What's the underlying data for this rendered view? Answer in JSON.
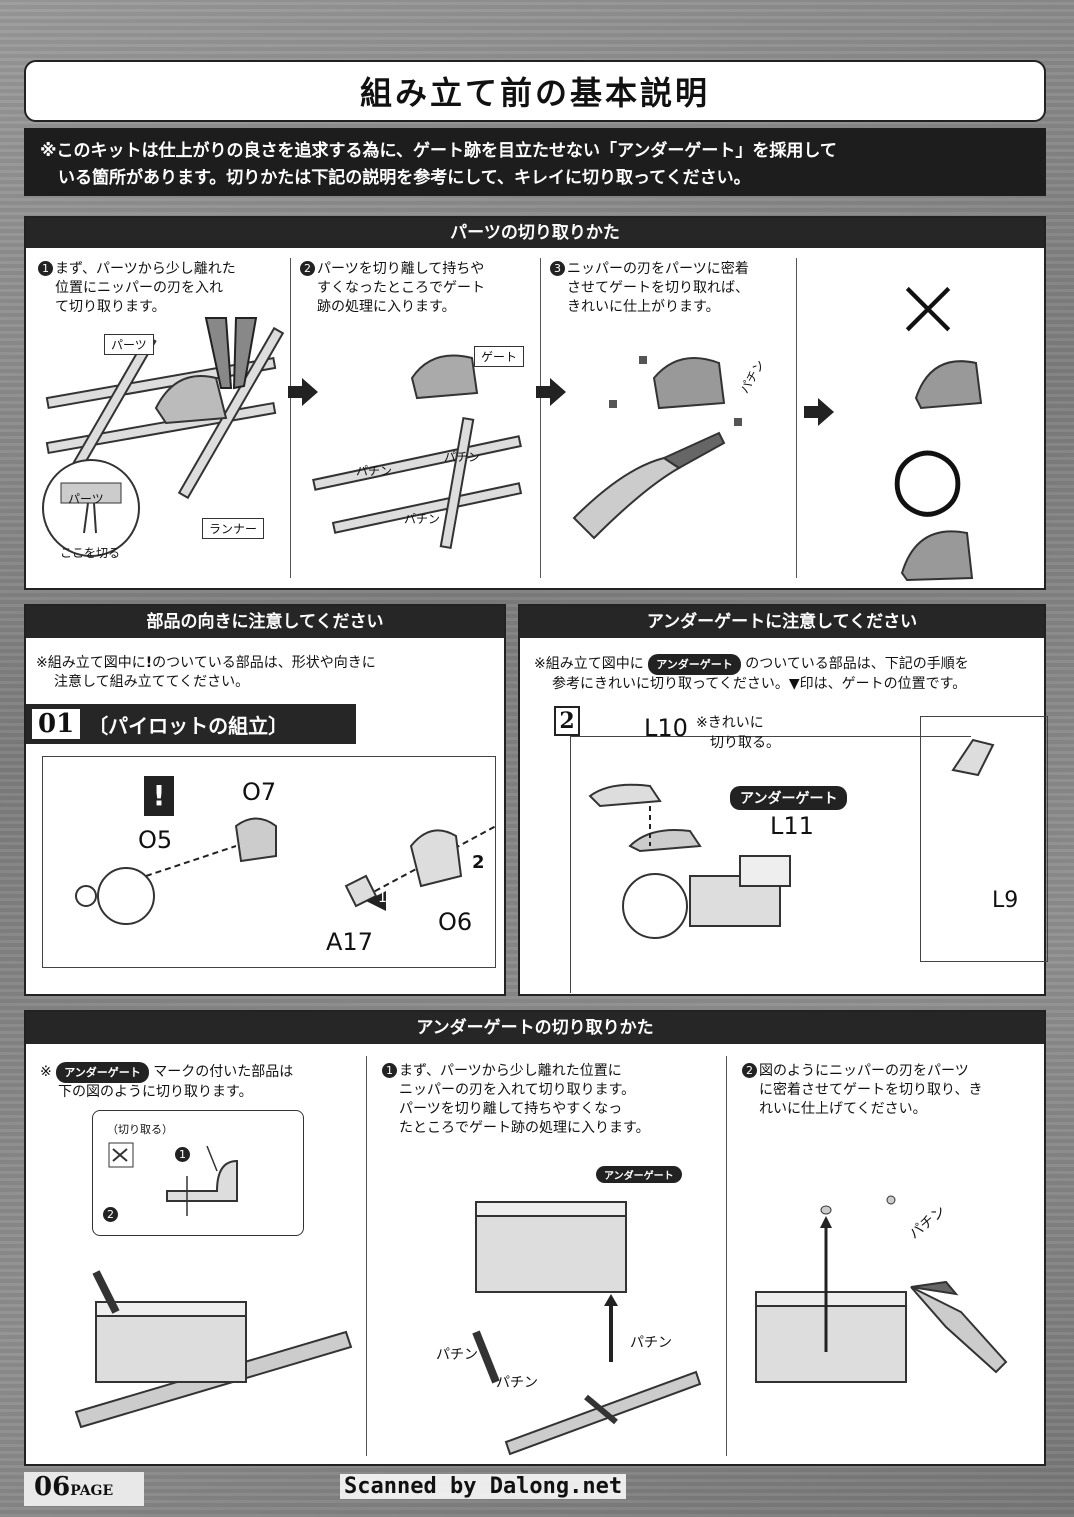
{
  "title": "組み立て前の基本説明",
  "notice": {
    "line1": "※このキットは仕上がりの良さを追求する為に、ゲート跡を目立たせない「アンダーゲート」を採用して",
    "line2": "いる箇所があります。切りかたは下記の説明を参考にして、キレイに切り取ってください。"
  },
  "parts_section": {
    "header": "パーツの切り取りかた",
    "steps": [
      {
        "num": "1",
        "lines": [
          "まず、パーツから少し離れた",
          "位置にニッパーの刃を入れ",
          "て切り取ります。"
        ]
      },
      {
        "num": "2",
        "lines": [
          "パーツを切り離して持ちや",
          "すくなったところでゲート",
          "跡の処理に入ります。"
        ]
      },
      {
        "num": "3",
        "lines": [
          "ニッパーの刃をパーツに密着",
          "させてゲートを切り取れば、",
          "きれいに仕上がります。"
        ]
      }
    ],
    "labels": {
      "part": "パーツ",
      "runner": "ランナー",
      "gate": "ゲート",
      "cut_here": "ここを切る",
      "part_zoom": "パーツ",
      "snap": "パチン",
      "snap2": "パチン",
      "snap3": "パチン",
      "snap4": "パチン"
    },
    "marks": {
      "wrong": "×",
      "right": "○"
    }
  },
  "orientation_section": {
    "header": "部品の向きに注意してください",
    "text1": "※組み立て図中に",
    "mark": "!",
    "text2": "のついている部品は、形状や向きに",
    "text3": "注意して組み立ててください。",
    "step_no": "01",
    "step_title": "〔パイロットの組立〕",
    "parts": [
      "O7",
      "O5",
      "O6",
      "A17"
    ],
    "arrow_num": "1",
    "arrow_num2": "2"
  },
  "undergate_section": {
    "header": "アンダーゲートに注意してください",
    "text1": "※組み立て図中に",
    "pill": "アンダーゲート",
    "text2": "のついている部品は、下記の手順を",
    "text3": "参考にきれいに切り取ってください。▼印は、ゲートの位置です。",
    "step_no": "2",
    "note1": "※きれいに",
    "note2": "切り取る。",
    "parts": [
      "L10",
      "L11",
      "L9"
    ]
  },
  "undergate_cut_section": {
    "header": "アンダーゲートの切り取りかた",
    "col1_prefix": "※",
    "col1_pill": "アンダーゲート",
    "col1_text1": "マークの付いた部品は",
    "col1_text2": "下の図のように切り取ります。",
    "cut_label": "（切り取る）",
    "col2": {
      "num": "1",
      "lines": [
        "まず、パーツから少し離れた位置に",
        "ニッパーの刃を入れて切り取ります。",
        "パーツを切り離して持ちやすくなっ",
        "たところでゲート跡の処理に入ります。"
      ]
    },
    "col2_pill": "アンダーゲート",
    "col2_snaps": [
      "パチン",
      "パチン",
      "パチン"
    ],
    "col3": {
      "num": "2",
      "lines": [
        "図のようにニッパーの刃をパーツ",
        "に密着させてゲートを切り取り、き",
        "れいに仕上げてください。"
      ]
    },
    "col3_snap": "パチン"
  },
  "footer": {
    "page_num": "06",
    "page_word": "PAGE",
    "credit": "Scanned by Dalong.net"
  }
}
